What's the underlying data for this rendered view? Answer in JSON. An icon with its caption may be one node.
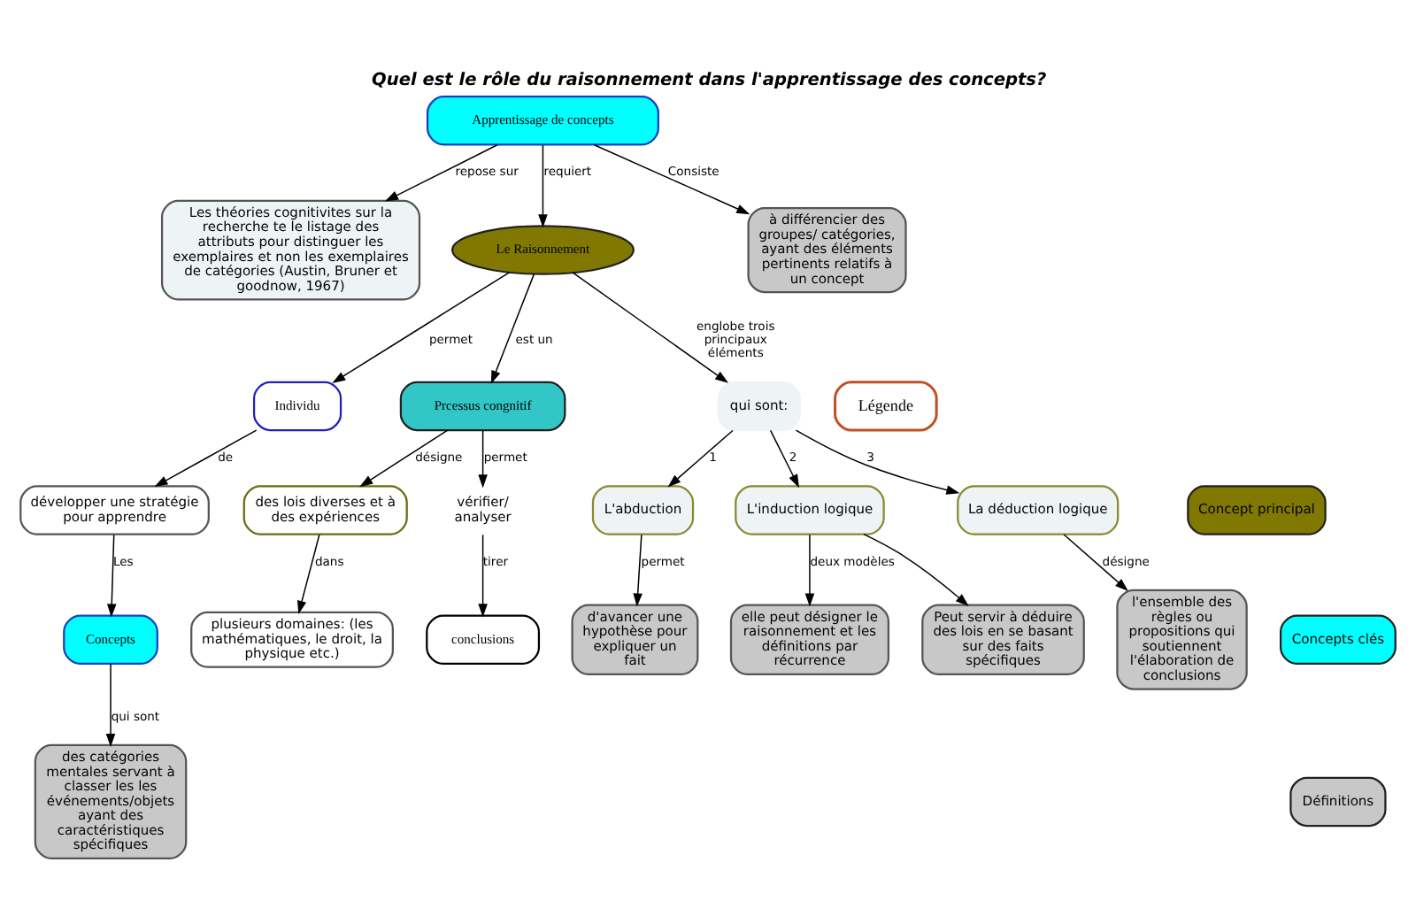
{
  "diagram": {
    "title": "Quel est le rôle du raisonnement dans l'apprentissage des concepts?",
    "nodes": [
      {
        "text": [
          "Les théories cognitivites sur la recherche te le listage des attributs pour distinguer les exemplaires et non les exemplaires de catégories (Austin, Bruner et goodnow, 1967)"
        ]
      },
      {
        "text": [
          "développer une stratégie pour apprendre"
        ]
      },
      {
        "text": [
          "Concepts"
        ]
      },
      {
        "text": [
          "des catégories mentales servant à classer les les événements/objets ayant des caractéristiques spécifiques"
        ]
      },
      {
        "text": [
          "des lois diverses et à des expériences"
        ]
      },
      {
        "text": [
          "Individu"
        ]
      },
      {
        "text": [
          "Le Raisonnement"
        ]
      },
      {
        "text": [
          "Prcessus congnitif"
        ]
      },
      {
        "text": [
          "plusieurs domaines: (les mathématiques, le droit, la physique etc.)"
        ]
      },
      {
        "text": [
          "Apprentissage de concepts"
        ]
      },
      {
        "text": [
          "qui sont:"
        ]
      },
      {
        "text": [
          "vérifier/ analyser"
        ]
      },
      {
        "text": [
          "à différencier des groupes/ catégories, ayant des éléments pertinents relatifs à un concept"
        ]
      },
      {
        "text": [
          "L'abduction"
        ]
      },
      {
        "text": [
          "L'induction logique"
        ]
      },
      {
        "text": [
          "La déduction logique"
        ]
      },
      {
        "text": [
          "conclusions"
        ]
      },
      {
        "text": [
          "d'avancer une hypothèse pour expliquer un fait"
        ]
      },
      {
        "text": [
          "elle peut désigner le raisonnement et les définitions par récurrence"
        ]
      },
      {
        "text": [
          "Peut servir à déduire des lois en se basant sur des faits spécifiques"
        ]
      },
      {
        "text": [
          "l'ensemble des règles ou propositions qui soutiennent l'élaboration de conclusions"
        ]
      }
    ],
    "edges": [
      {
        "from": 5,
        "to": 1,
        "arrow": "to",
        "label": "de"
      },
      {
        "from": 1,
        "to": 2,
        "arrow": "to",
        "label": "Les"
      },
      {
        "from": 2,
        "to": 3,
        "arrow": "to",
        "label": "qui sont"
      },
      {
        "from": 7,
        "to": 4,
        "arrow": "to",
        "label": "désigne"
      },
      {
        "from": 4,
        "to": 8,
        "arrow": "to",
        "label": "dans"
      },
      {
        "from": 6,
        "to": 5,
        "arrow": "to",
        "label": "permet"
      },
      {
        "from": 6,
        "to": 7,
        "arrow": "to",
        "label": "est un"
      },
      {
        "from": 9,
        "to": 0,
        "arrow": "to",
        "label": "repose sur"
      },
      {
        "from": 9,
        "to": 6,
        "arrow": "to",
        "label": "requiert"
      },
      {
        "from": 6,
        "to": 10,
        "arrow": "to",
        "label": "englobe trois principaux éléments"
      },
      {
        "from": 7,
        "to": 11,
        "arrow": "to",
        "label": "permet"
      },
      {
        "from": 9,
        "to": 12,
        "arrow": "to",
        "label": "Consiste"
      },
      {
        "from": 10,
        "to": 13,
        "arrow": "to",
        "label": "1"
      },
      {
        "from": 10,
        "to": 14,
        "arrow": "to",
        "label": "2"
      },
      {
        "from": 10,
        "to": 15,
        "arrow": "to",
        "label": "3"
      },
      {
        "from": 11,
        "to": 16,
        "arrow": "to",
        "label": "tirer"
      },
      {
        "from": 13,
        "to": 17,
        "arrow": "to",
        "label": "permet"
      },
      {
        "from": 14,
        "to": 18,
        "arrow": "to",
        "label": "deux modèles"
      },
      {
        "from": 14,
        "to": 19,
        "arrow": "to"
      },
      {
        "from": 15,
        "to": 20,
        "arrow": "to",
        "label": "désigne"
      }
    ],
    "labels": [
      "Légende"
    ],
    "legend": [
      {
        "text": "Concept principal",
        "color": "#807800"
      },
      {
        "text": "Concepts clés",
        "color": "#00ffff"
      },
      {
        "text": "Définitions",
        "color": "#c8c8c8"
      }
    ]
  }
}
